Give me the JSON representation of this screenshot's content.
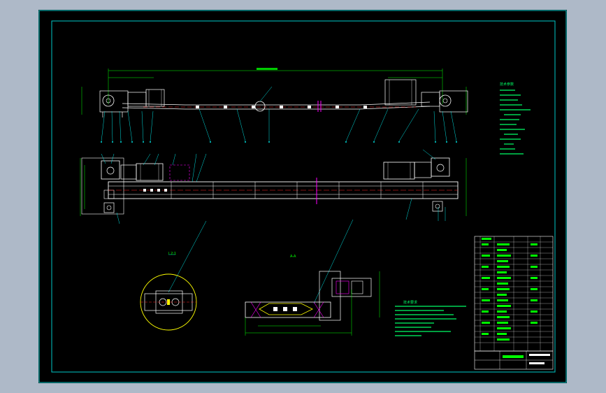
{
  "viewport": {
    "background": "#aeb9c8",
    "sheet_background": "#000000"
  },
  "colors": {
    "frame": "#00c8c8",
    "outline": "#ffffff",
    "leader": "#00e0e0",
    "dimension": "#00ff00",
    "centerline": "#ff2a2a",
    "hatch": "#ff00ff",
    "note_text": "#00ff66",
    "title_block": "#00ff00",
    "highlight": "#ffff00"
  },
  "icons": {
    "motor": "motor-icon",
    "reducer": "gear-reducer-icon",
    "sprocket": "sprocket-icon",
    "chain_link": "chain-link-icon"
  },
  "drawing": {
    "detail_label": "I 2:1",
    "section_label": "A-A",
    "tech_spec_heading": "技术参数",
    "tech_req_heading": "技术要求"
  }
}
